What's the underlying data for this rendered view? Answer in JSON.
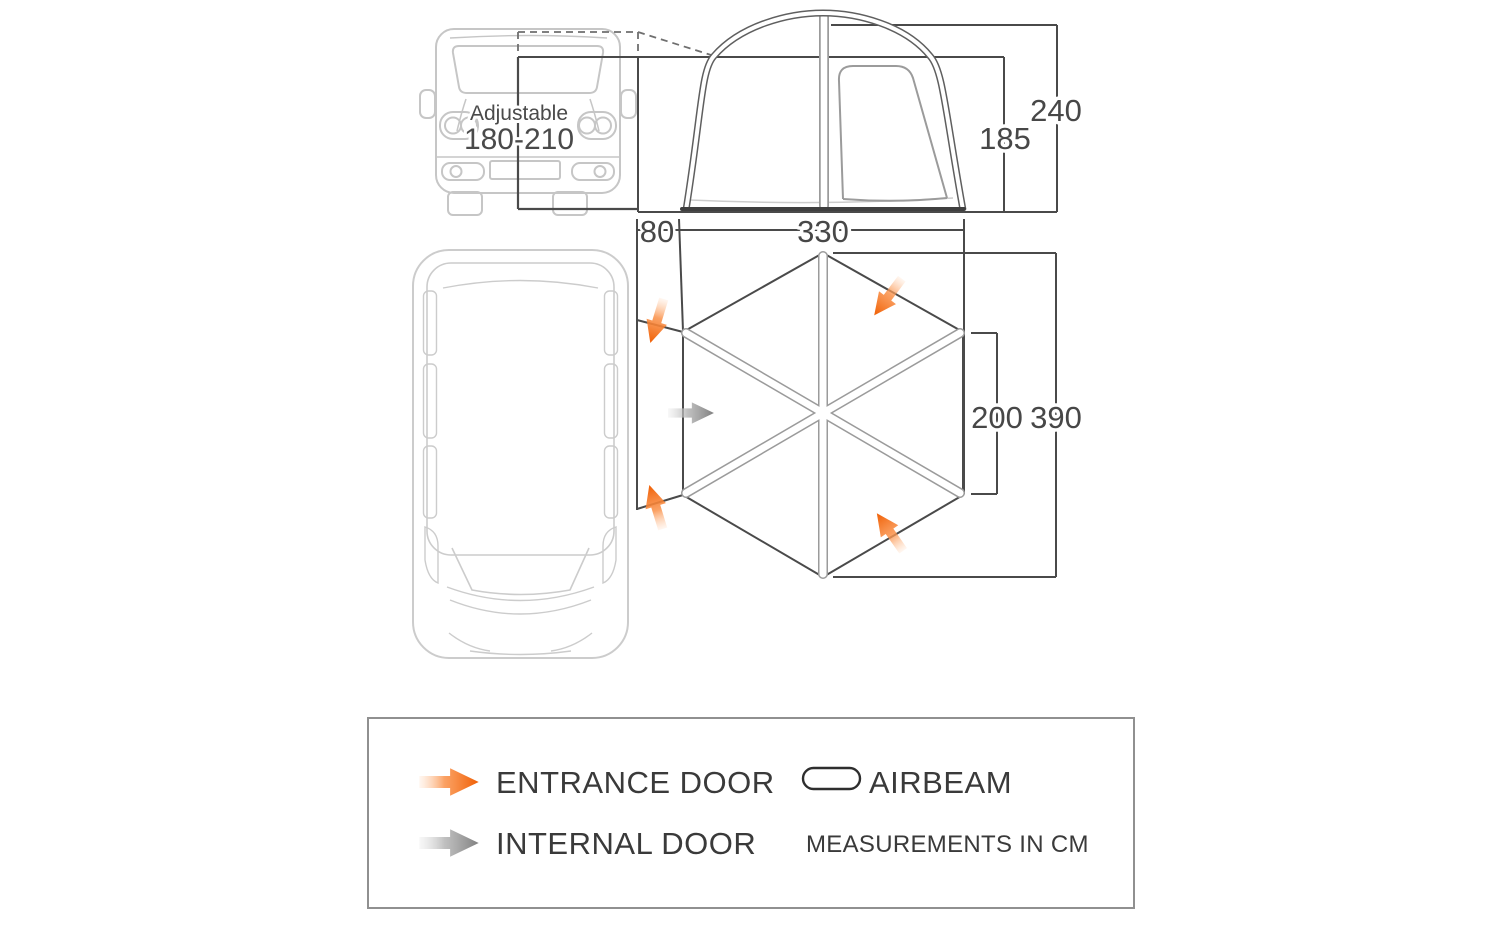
{
  "van_front": {
    "adjustable_label": "Adjustable",
    "adjustable_range": "180-210"
  },
  "side_view": {
    "total_height": "240",
    "inner_height": "185"
  },
  "floor_plan": {
    "tunnel_depth": "80",
    "front_width": "330",
    "side_door_width": "200",
    "total_depth": "390"
  },
  "legend": {
    "entrance_door_label": "ENTRANCE DOOR",
    "internal_door_label": "INTERNAL DOOR",
    "airbeam_label": "AIRBEAM",
    "measurements_note": "MEASUREMENTS IN CM"
  },
  "colors": {
    "entrance_arrow_orange": "#f1660e",
    "internal_arrow_gray": "#8a8a8a",
    "dimension_line": "#4a4a4a",
    "vehicle_outline": "#c9c9c9"
  }
}
